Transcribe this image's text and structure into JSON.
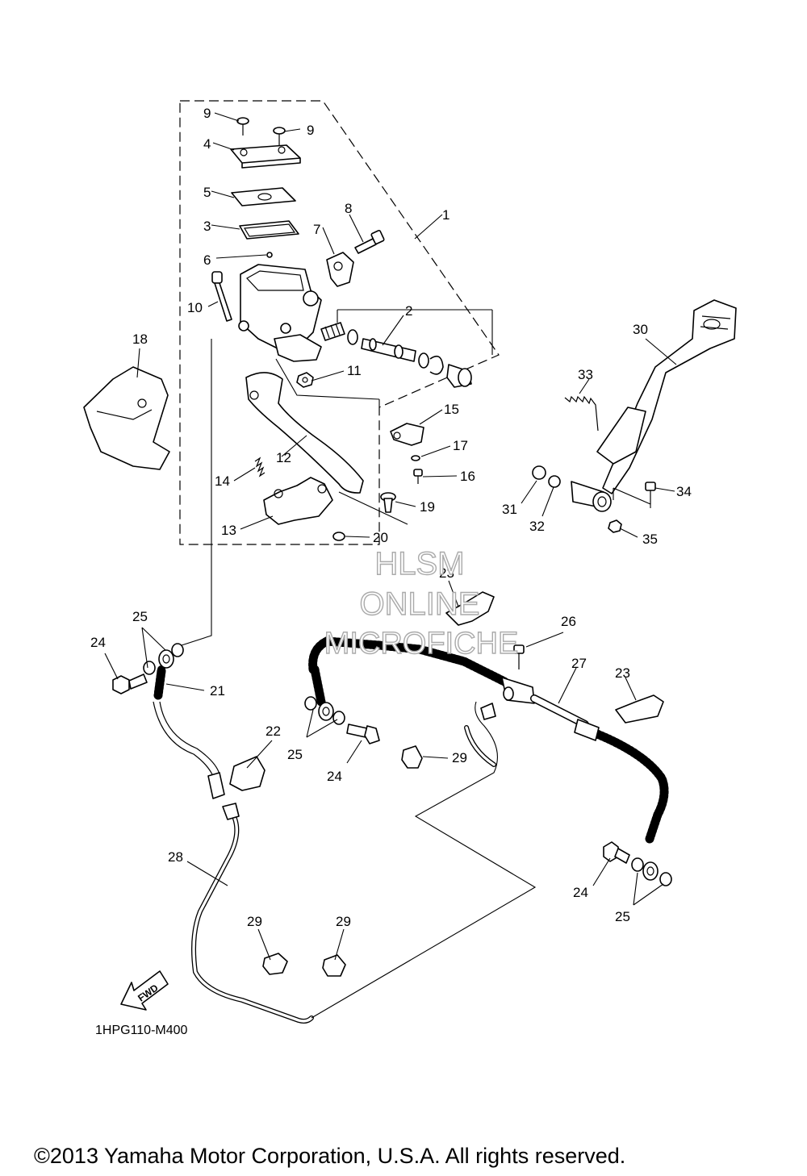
{
  "diagram_code": "1HPG110-M400",
  "copyright": "©2013 Yamaha Motor Corporation, U.S.A. All rights reserved.",
  "watermark": {
    "line1": "HLSM",
    "line2": "ONLINE",
    "line3": "MICROFICHE"
  },
  "fwd_label": "FWD",
  "callouts": {
    "c1": "1",
    "c2": "2",
    "c3": "3",
    "c4": "4",
    "c5": "5",
    "c6": "6",
    "c7": "7",
    "c8": "8",
    "c9a": "9",
    "c9b": "9",
    "c10": "10",
    "c11": "11",
    "c12": "12",
    "c13": "13",
    "c14": "14",
    "c15": "15",
    "c16": "16",
    "c17": "17",
    "c18": "18",
    "c19": "19",
    "c20": "20",
    "c21": "21",
    "c22": "22",
    "c23a": "23",
    "c23b": "23",
    "c24a": "24",
    "c24b": "24",
    "c24c": "24",
    "c25a": "25",
    "c25b": "25",
    "c25c": "25",
    "c26": "26",
    "c27": "27",
    "c28": "28",
    "c29a": "29",
    "c29b": "29",
    "c29c": "29",
    "c30": "30",
    "c31": "31",
    "c32": "32",
    "c33": "33",
    "c34": "34",
    "c35": "35"
  }
}
